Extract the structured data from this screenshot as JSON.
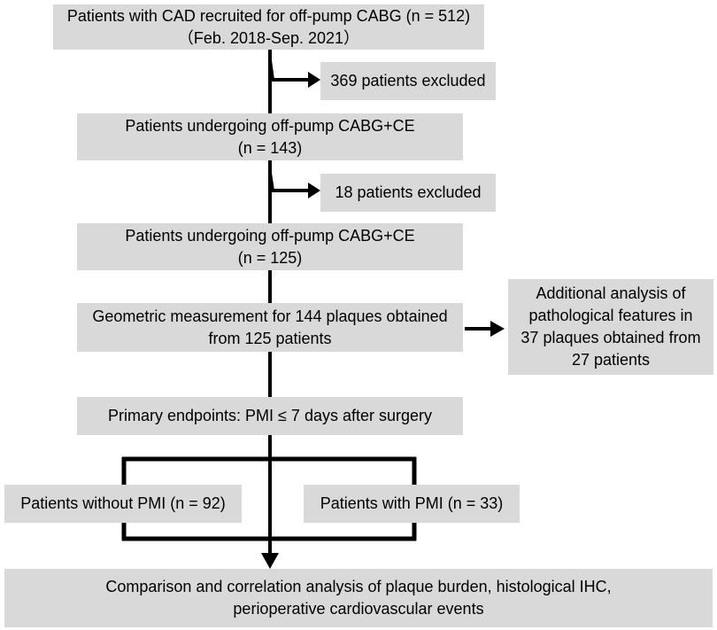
{
  "boxes": {
    "recruited": {
      "line1": "Patients with CAD recruited for off-pump CABG (n = 512)",
      "line2": "（Feb. 2018-Sep. 2021）"
    },
    "excluded_1": {
      "text": "369 patients excluded"
    },
    "cabg_ce_1": {
      "line1": "Patients undergoing off-pump CABG+CE",
      "line2": "(n = 143)"
    },
    "excluded_2": {
      "text": "18 patients excluded"
    },
    "cabg_ce_2": {
      "line1": "Patients undergoing off-pump CABG+CE",
      "line2": "(n = 125)"
    },
    "geometric": {
      "line1": "Geometric measurement for 144 plaques obtained",
      "line2": "from 125 patients"
    },
    "pathology": {
      "line1": "Additional analysis of",
      "line2": "pathological features in",
      "line3": "37 plaques obtained from",
      "line4": "27 patients"
    },
    "endpoint": {
      "text": "Primary endpoints: PMI ≤ 7 days after surgery"
    },
    "without_pmi": {
      "text": "Patients without PMI (n = 92)"
    },
    "with_pmi": {
      "text": "Patients with PMI (n = 33)"
    },
    "comparison": {
      "line1": "Comparison and correlation analysis of plaque burden, histological IHC,",
      "line2": "perioperative cardiovascular events"
    }
  }
}
